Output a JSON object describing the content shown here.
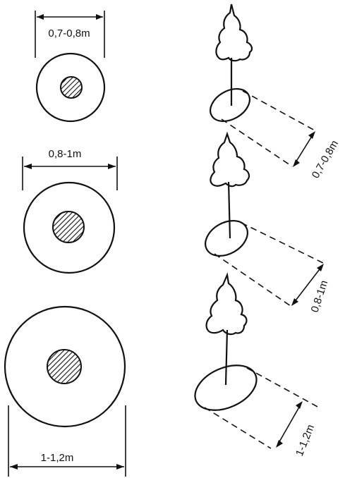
{
  "left_column": {
    "small_label": "0,7-0,8m",
    "medium_label": "0,8-1m",
    "large_label": "1-1,2m"
  },
  "right_column": {
    "top_label": "0,7-0,8m",
    "middle_label": "0,8-1m",
    "bottom_label": "1-1,2m"
  },
  "colors": {
    "ink": "#111111",
    "background": "#ffffff"
  }
}
